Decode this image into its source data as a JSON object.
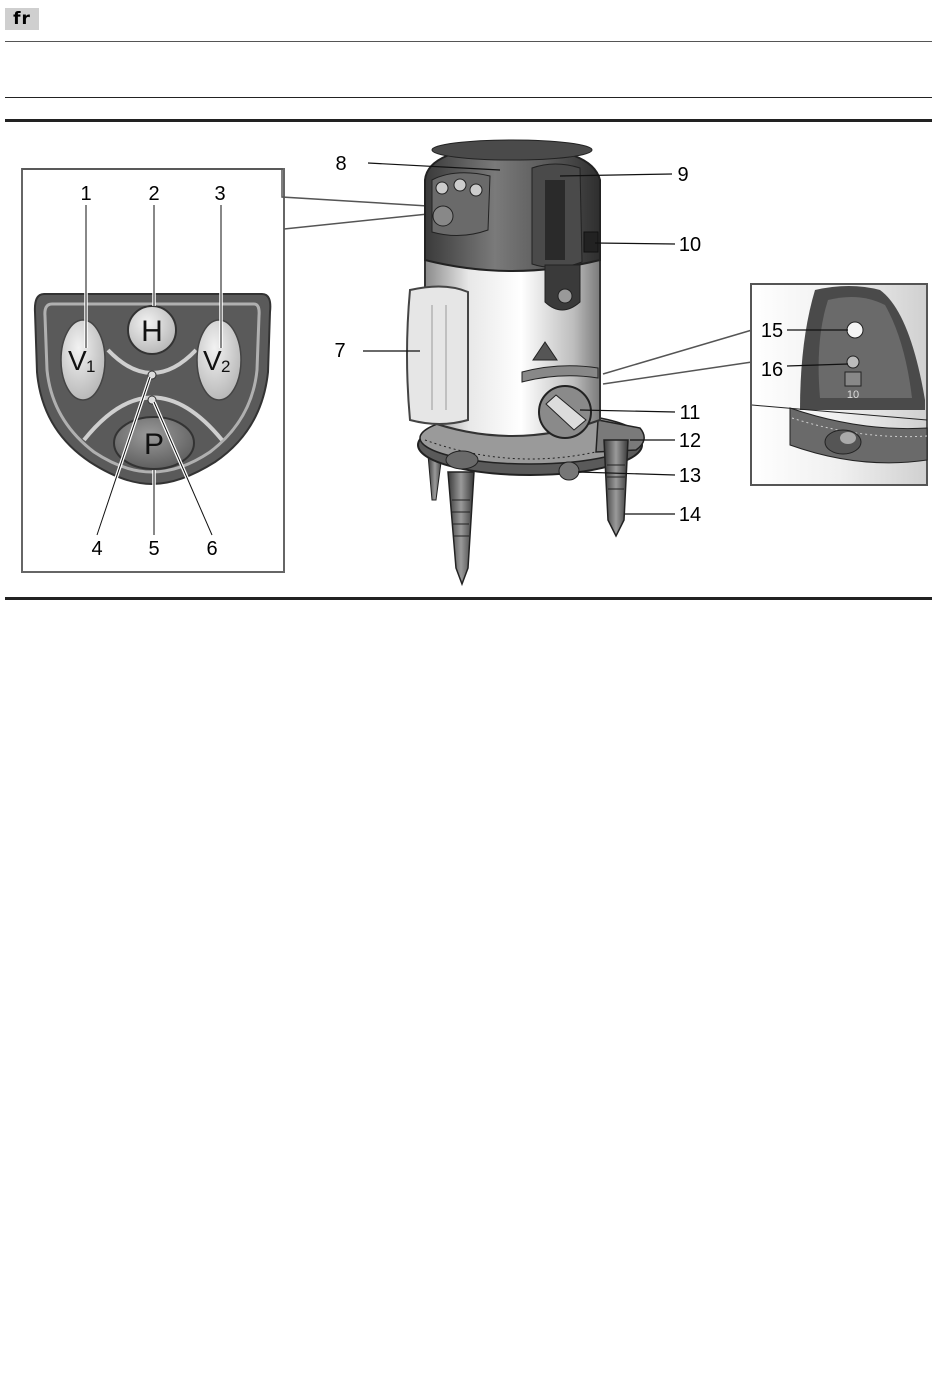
{
  "header": {
    "language_code": "fr"
  },
  "keypad": {
    "buttons": {
      "v1": "V1",
      "v1_main": "V",
      "v1_sub": "1",
      "h": "H",
      "v2_main": "V",
      "v2_sub": "2",
      "p": "P"
    }
  },
  "callouts": {
    "c1": "1",
    "c2": "2",
    "c3": "3",
    "c4": "4",
    "c5": "5",
    "c6": "6",
    "c7": "7",
    "c8": "8",
    "c9": "9",
    "c10": "10",
    "c11": "11",
    "c12": "12",
    "c13": "13",
    "c14": "14",
    "c15": "15",
    "c16": "16"
  },
  "detail": {
    "port_label": "10"
  }
}
